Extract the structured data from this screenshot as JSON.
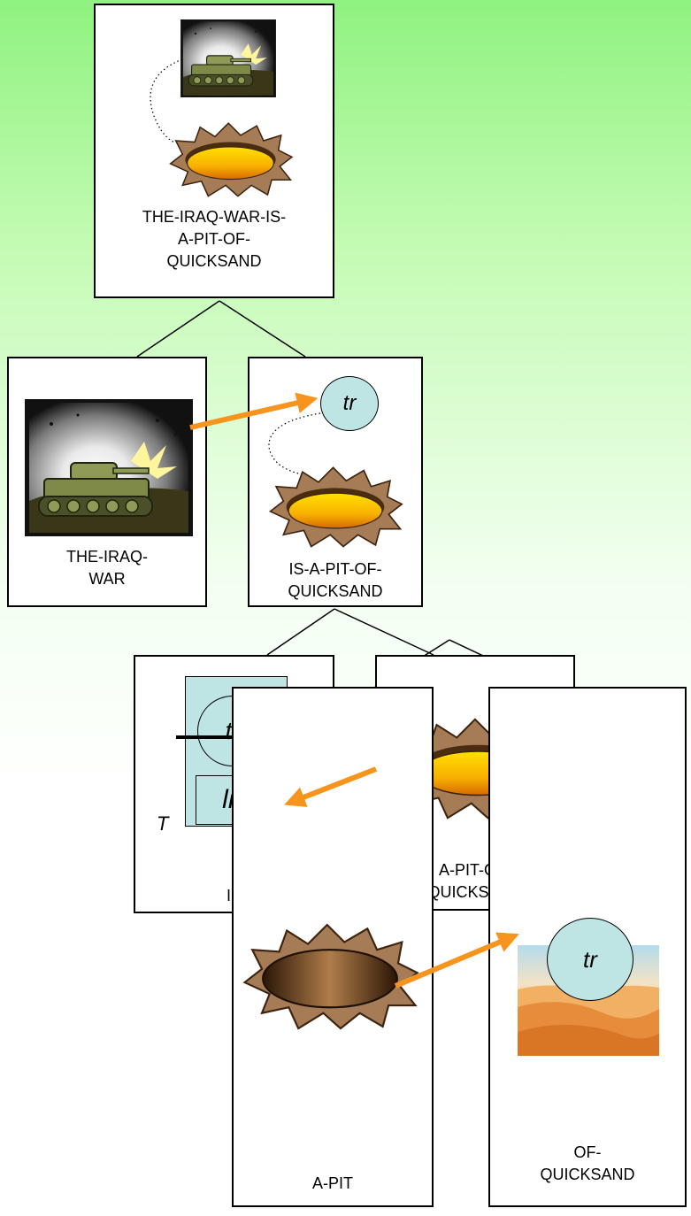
{
  "nodes": {
    "root": {
      "label": "THE-IRAQ-WAR-IS-\nA-PIT-OF-\nQUICKSAND"
    },
    "iraq_war": {
      "label": "THE-IRAQ-\nWAR"
    },
    "is_a_pit": {
      "label": "IS-A-PIT-OF-\nQUICKSAND",
      "tr": "tr"
    },
    "is": {
      "label": "IS",
      "tr": "tr",
      "lm": "lm",
      "time_axis": "T"
    },
    "a_pit_of_quicksand": {
      "label": "A-PIT-OF-\nQUICKSAND"
    },
    "a_pit": {
      "label": "A-PIT"
    },
    "of_quicksand": {
      "label": "OF-\nQUICKSAND",
      "tr": "tr"
    }
  },
  "icons": [
    "tank-icon",
    "pit-icon",
    "quicksand-icon",
    "circle-icon",
    "arrow-icon"
  ],
  "colors": {
    "background_top": "#8ff27f",
    "arrow": "#f7941d",
    "landmark_fill": "#bfe4e4",
    "pit_rim": "#a57c55",
    "pit_fill": "#f6b800"
  }
}
